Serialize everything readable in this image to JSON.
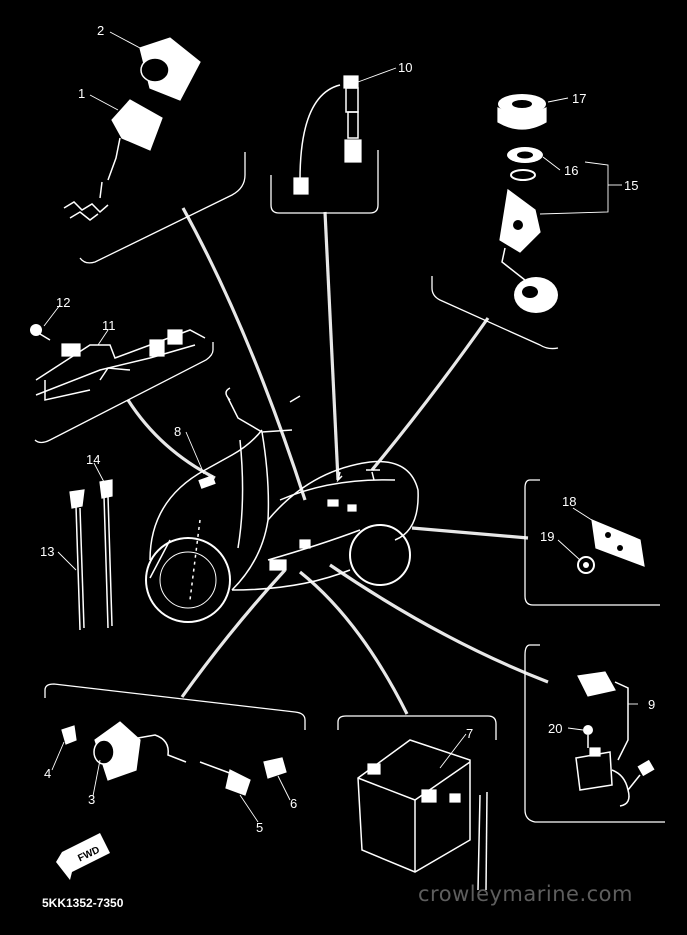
{
  "diagram": {
    "part_code": "5KK1352-7350",
    "watermark": "crowleymarine.com",
    "direction_label": "FWD",
    "callouts": [
      {
        "id": "c1",
        "text": "1"
      },
      {
        "id": "c2",
        "text": "2"
      },
      {
        "id": "c3",
        "text": "3"
      },
      {
        "id": "c4",
        "text": "4"
      },
      {
        "id": "c5",
        "text": "5"
      },
      {
        "id": "c6",
        "text": "6"
      },
      {
        "id": "c7",
        "text": "7"
      },
      {
        "id": "c8",
        "text": "8"
      },
      {
        "id": "c9",
        "text": "9"
      },
      {
        "id": "c10",
        "text": "10"
      },
      {
        "id": "c11",
        "text": "11"
      },
      {
        "id": "c12",
        "text": "12"
      },
      {
        "id": "c13",
        "text": "13"
      },
      {
        "id": "c14",
        "text": "14"
      },
      {
        "id": "c15",
        "text": "15"
      },
      {
        "id": "c16",
        "text": "16"
      },
      {
        "id": "c17",
        "text": "17"
      },
      {
        "id": "c18",
        "text": "18"
      },
      {
        "id": "c19",
        "text": "19"
      },
      {
        "id": "c20",
        "text": "20"
      }
    ]
  }
}
